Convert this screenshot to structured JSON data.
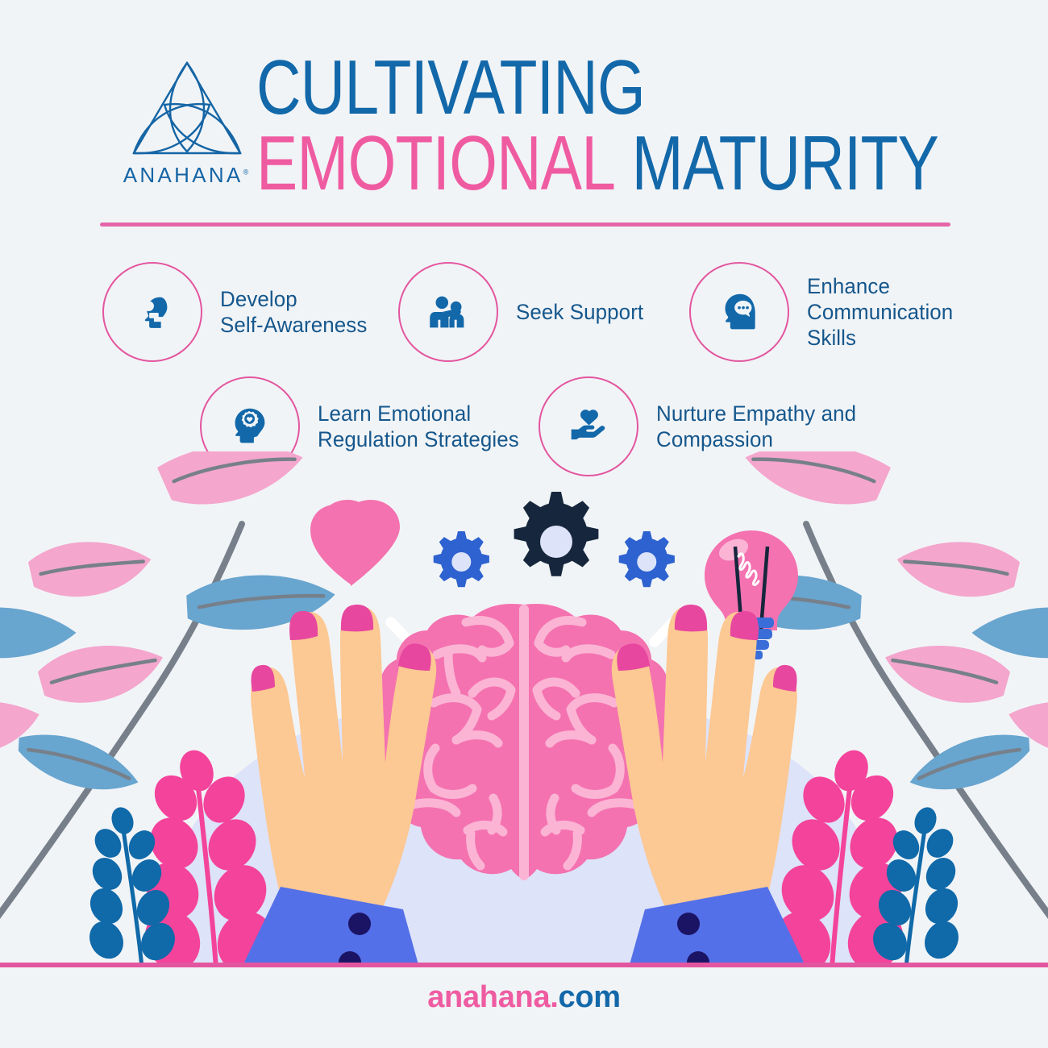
{
  "brand": {
    "logo_word": "ANAHANA",
    "logo_registered": "®",
    "logo_icon": "triquetra-logo-icon"
  },
  "header": {
    "title_line1": "CULTIVATING",
    "title_line2_pink": "EMOTIONAL",
    "title_line2_blue": "MATURITY",
    "colors": {
      "blue": "#1268a9",
      "pink": "#ef5ba1",
      "divider": "#e3569f"
    }
  },
  "bullets": [
    {
      "id": "develop-self-awareness",
      "icon": "head-profile-icon",
      "label": "Develop\nSelf-Awareness"
    },
    {
      "id": "seek-support",
      "icon": "two-people-icon",
      "label": "Seek Support"
    },
    {
      "id": "enhance-communication",
      "icon": "head-speech-bubble-icon",
      "label": "Enhance\nCommunication\nSkills"
    },
    {
      "id": "learn-emotional-regulation",
      "icon": "head-gear-heart-icon",
      "label": "Learn Emotional\nRegulation Strategies"
    },
    {
      "id": "nurture-empathy",
      "icon": "hand-heart-icon",
      "label": "Nurture Empathy and\nCompassion"
    }
  ],
  "illustration": {
    "elements": [
      {
        "name": "brain",
        "color": "#f472b0"
      },
      {
        "name": "heart",
        "color": "#f472b0"
      },
      {
        "name": "gear-large",
        "color": "#16263c"
      },
      {
        "name": "gear-small-left",
        "color": "#2d62d0"
      },
      {
        "name": "gear-small-right",
        "color": "#2d62d0"
      },
      {
        "name": "light-bulb",
        "color": "#f472b0"
      },
      {
        "name": "bulb-base",
        "color": "#3a6dd8"
      },
      {
        "name": "left-hand",
        "color": "#fcc893"
      },
      {
        "name": "right-hand",
        "color": "#fcc893"
      },
      {
        "name": "sleeve",
        "color": "#5470e8"
      },
      {
        "name": "sleeve-button",
        "color": "#1b1464"
      },
      {
        "name": "backdrop-blob",
        "color": "#dde3f9"
      },
      {
        "name": "leaf-pink",
        "color": "#f4a6cd"
      },
      {
        "name": "leaf-blue",
        "color": "#68a5cf"
      },
      {
        "name": "stem",
        "color": "#77808a"
      },
      {
        "name": "sprig-pink",
        "color": "#f4439b"
      },
      {
        "name": "sprig-blue",
        "color": "#1069a8"
      }
    ]
  },
  "footer": {
    "site_name": "anahana.",
    "site_tld": "com"
  },
  "page": {
    "background": "#f1f4f7"
  }
}
